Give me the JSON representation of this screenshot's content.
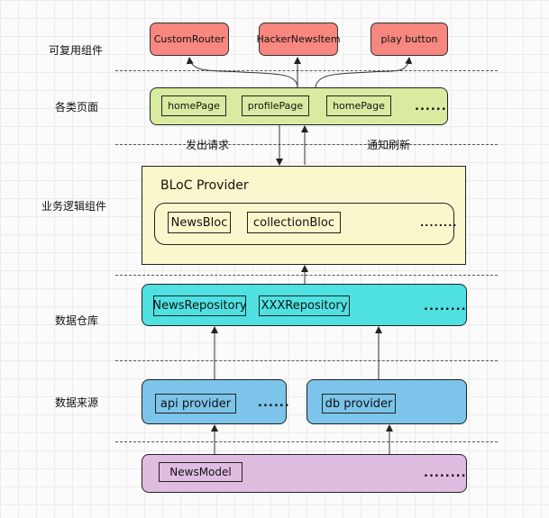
{
  "row_labels": {
    "reusable": "可复用组件",
    "pages": "各类页面",
    "business": "业务逻辑组件",
    "repo": "数据仓库",
    "source": "数据来源"
  },
  "components": [
    "CustomRouter",
    "HackerNewsItem",
    "play button"
  ],
  "pages": {
    "items": [
      "homePage",
      "profilePage",
      "homePage"
    ],
    "more": "......"
  },
  "arrow_labels": {
    "request": "发出请求",
    "notify": "通知刷新"
  },
  "bloc": {
    "title": "BLoC Provider",
    "items": [
      "NewsBloc",
      "collectionBloc"
    ],
    "more": "........"
  },
  "repository": {
    "items": [
      "NewsRepository",
      "XXXRepository"
    ],
    "more": "........"
  },
  "sources": {
    "api": "api provider",
    "api_more": "......",
    "db": "db provider"
  },
  "model": {
    "name": "NewsModel",
    "more": "........"
  },
  "colors": {
    "component": "#f7877f",
    "pages": "#d9eba1",
    "bloc": "#fbf7cc",
    "repository": "#4fe1e1",
    "sources": "#7cc4ea",
    "model": "#dfbde0"
  }
}
